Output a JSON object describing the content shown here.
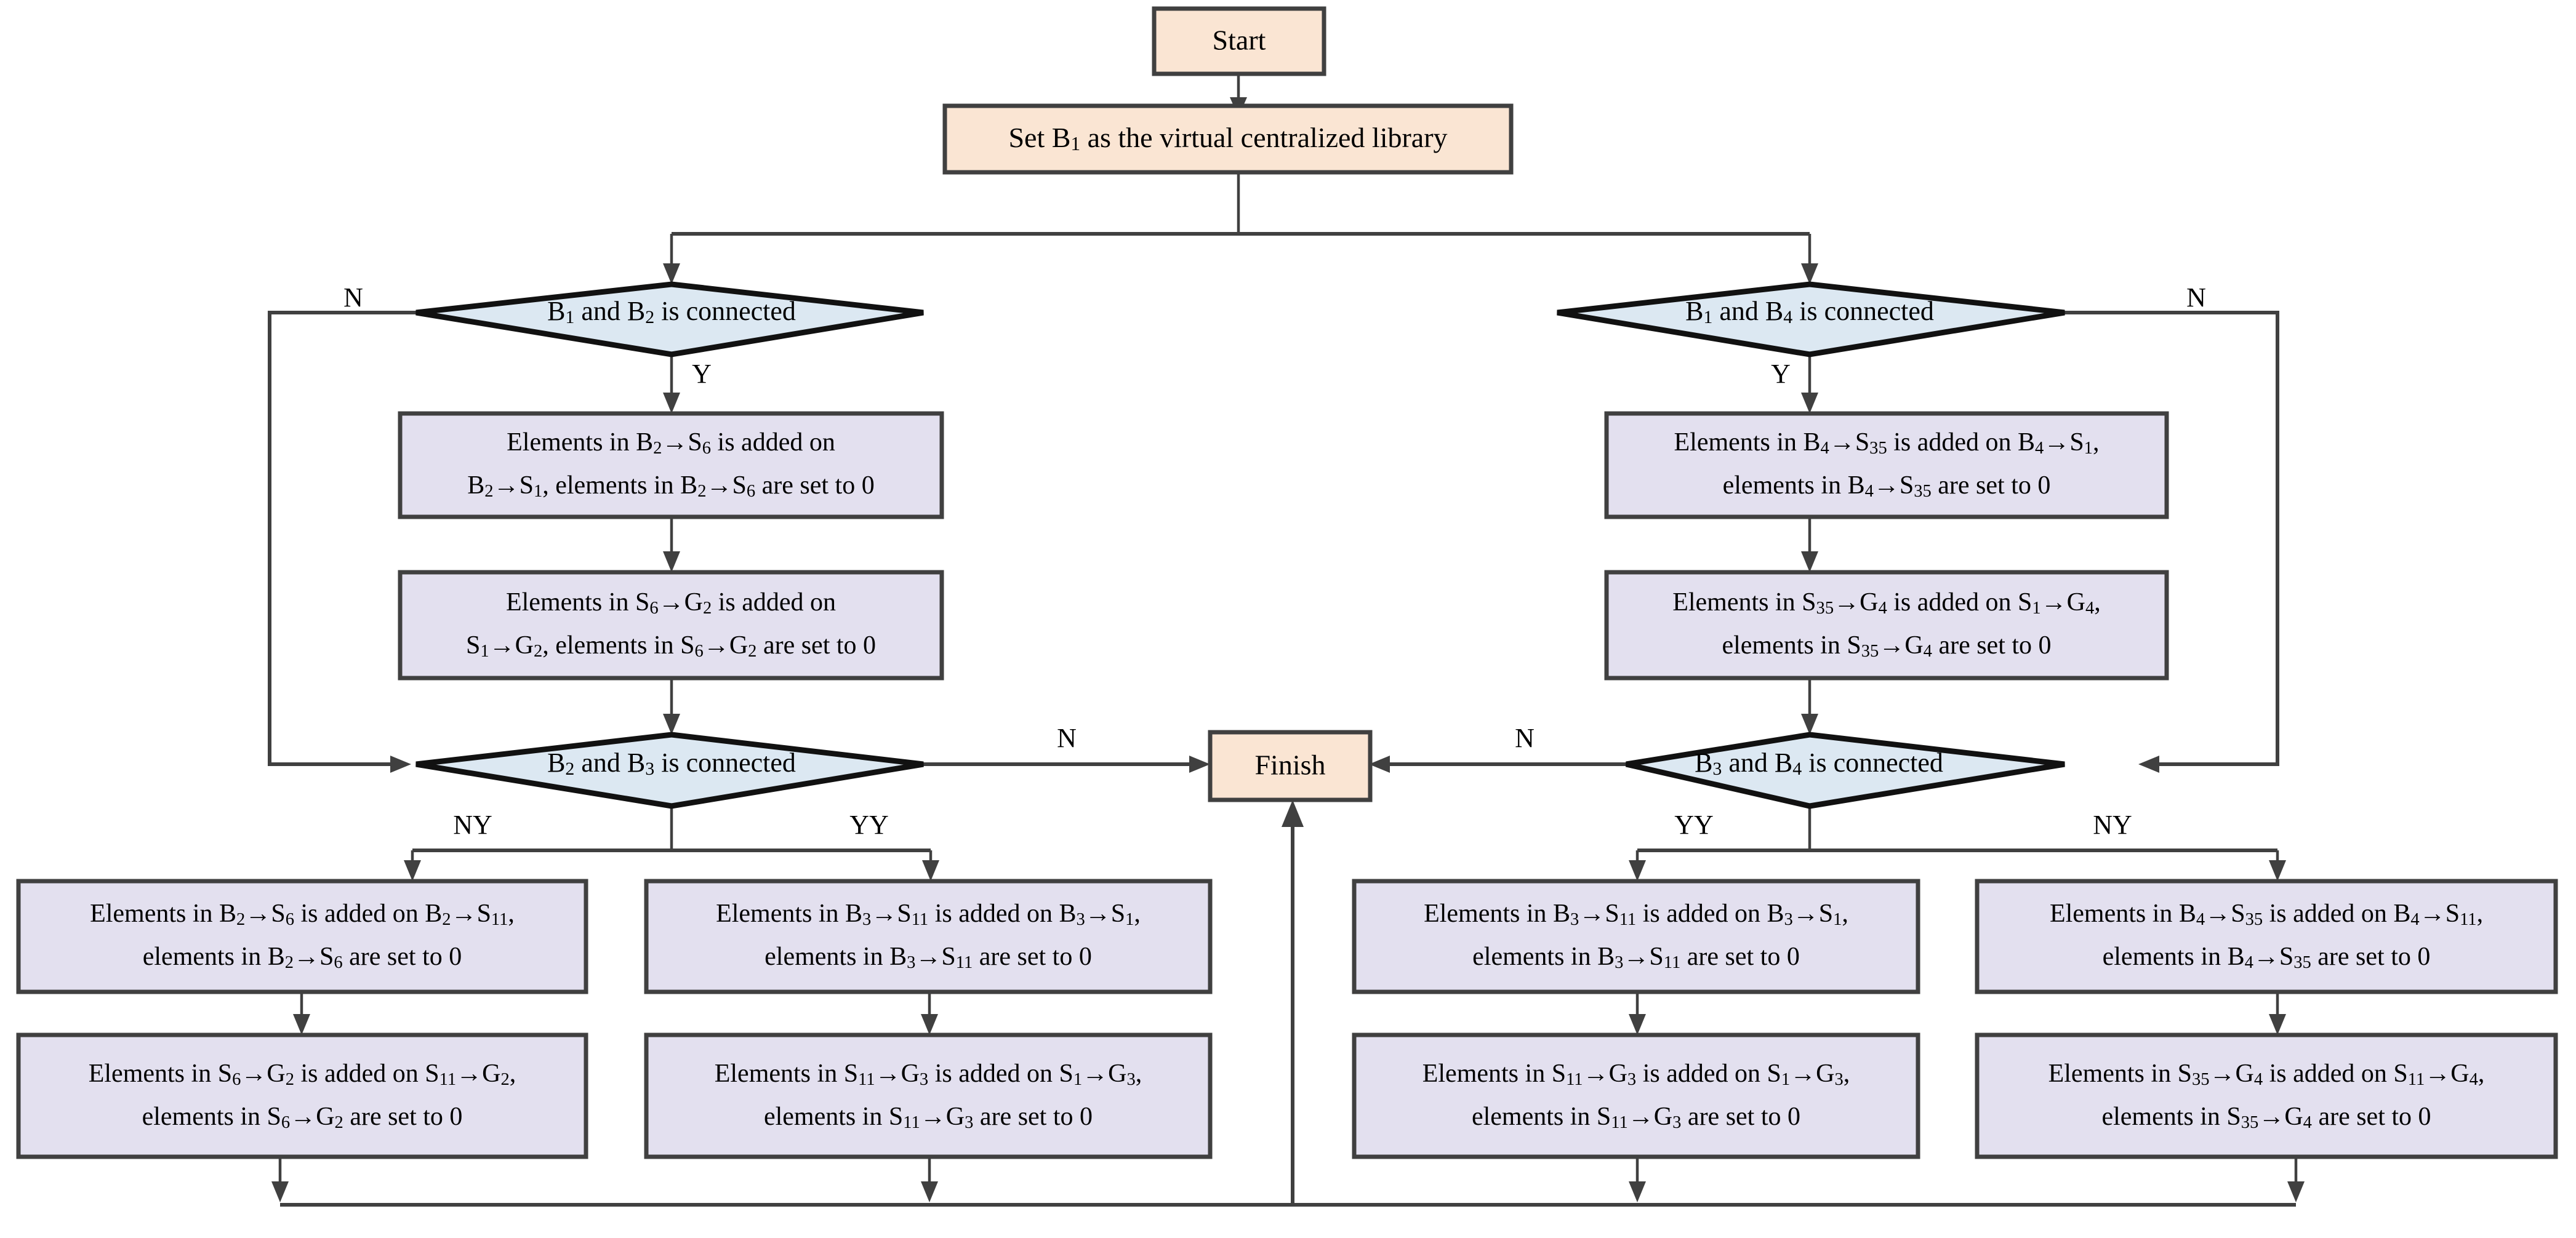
{
  "diagram": {
    "title": "Virtual centralized library connection flowchart",
    "colors": {
      "terminator_fill": "#fae5d3",
      "process_fill": "#e3e0ef",
      "decision_fill": "#dce8f2",
      "stroke": "#404040",
      "decision_stroke": "#111111",
      "text": "#000000",
      "background": "#ffffff"
    }
  },
  "nodes": {
    "start": {
      "type": "terminator",
      "label": "Start"
    },
    "init": {
      "type": "process",
      "label_parts": [
        "Set B",
        "1",
        " as the virtual centralized library"
      ]
    },
    "dec_b1b2": {
      "type": "decision",
      "label_parts": [
        "B",
        "1",
        " and B",
        "2",
        " is connected"
      ]
    },
    "dec_b1b4": {
      "type": "decision",
      "label_parts": [
        "B",
        "1",
        " and B",
        "4",
        " is connected"
      ]
    },
    "dec_b2b3": {
      "type": "decision",
      "label_parts": [
        "B",
        "2",
        " and B",
        "3",
        " is connected"
      ]
    },
    "dec_b3b4": {
      "type": "decision",
      "label_parts": [
        "B",
        "3",
        " and B",
        "4",
        " is connected"
      ]
    },
    "finish": {
      "type": "terminator",
      "label": "Finish"
    },
    "p_l1": {
      "type": "process",
      "line1": [
        "Elements in B",
        "2",
        "→S",
        "6",
        " is added on"
      ],
      "line2": [
        "B",
        "2",
        "→S",
        "1",
        ", elements in B",
        "2",
        "→S",
        "6",
        " are set to 0"
      ]
    },
    "p_l2": {
      "type": "process",
      "line1": [
        "Elements in S",
        "6",
        "→G",
        "2",
        " is added on"
      ],
      "line2": [
        "S",
        "1",
        "→G",
        "2",
        ", elements in S",
        "6",
        "→G",
        "2",
        " are set to 0"
      ]
    },
    "p_r1": {
      "type": "process",
      "line1": [
        "Elements in B",
        "4",
        "→S",
        "35",
        " is added on B",
        "4",
        "→S",
        "1",
        ","
      ],
      "line2": [
        "elements in B",
        "4",
        "→S",
        "35",
        " are set to 0"
      ]
    },
    "p_r2": {
      "type": "process",
      "line1": [
        "Elements in S",
        "35",
        "→G",
        "4",
        " is added on S",
        "1",
        "→G",
        "4",
        ","
      ],
      "line2": [
        "elements in S",
        "35",
        "→G",
        "4",
        " are set to 0"
      ]
    },
    "b_c1_top": {
      "type": "process",
      "line1": [
        "Elements in B",
        "2",
        "→S",
        "6",
        " is added on B",
        "2",
        "→S",
        "11",
        ","
      ],
      "line2": [
        "elements in B",
        "2",
        "→S",
        "6",
        " are set to 0"
      ]
    },
    "b_c1_bot": {
      "type": "process",
      "line1": [
        "Elements in S",
        "6",
        "→G",
        "2",
        " is added on S",
        "11",
        "→G",
        "2",
        ","
      ],
      "line2": [
        "elements in S",
        "6",
        "→G",
        "2",
        " are set to 0"
      ]
    },
    "b_c2_top": {
      "type": "process",
      "line1": [
        "Elements in B",
        "3",
        "→S",
        "11",
        " is added on B",
        "3",
        "→S",
        "1",
        ","
      ],
      "line2": [
        "elements in B",
        "3",
        "→S",
        "11",
        " are set to 0"
      ]
    },
    "b_c2_bot": {
      "type": "process",
      "line1": [
        "Elements in S",
        "11",
        "→G",
        "3",
        " is added on S",
        "1",
        "→G",
        "3",
        ","
      ],
      "line2": [
        "elements in S",
        "11",
        "→G",
        "3",
        " are set to 0"
      ]
    },
    "b_c3_top": {
      "type": "process",
      "line1": [
        "Elements in B",
        "3",
        "→S",
        "11",
        " is added on B",
        "3",
        "→S",
        "1",
        ","
      ],
      "line2": [
        "elements in B",
        "3",
        "→S",
        "11",
        " are set to 0"
      ]
    },
    "b_c3_bot": {
      "type": "process",
      "line1": [
        "Elements in S",
        "11",
        "→G",
        "3",
        " is added on S",
        "1",
        "→G",
        "3",
        ","
      ],
      "line2": [
        "elements in S",
        "11",
        "→G",
        "3",
        " are set to 0"
      ]
    },
    "b_c4_top": {
      "type": "process",
      "line1": [
        "Elements in B",
        "4",
        "→S",
        "35",
        " is added on B",
        "4",
        "→S",
        "11",
        ","
      ],
      "line2": [
        "elements in B",
        "4",
        "→S",
        "35",
        " are set to 0"
      ]
    },
    "b_c4_bot": {
      "type": "process",
      "line1": [
        "Elements in S",
        "35",
        "→G",
        "4",
        " is added on S",
        "11",
        "→G",
        "4",
        ","
      ],
      "line2": [
        "elements in S",
        "35",
        "→G",
        "4",
        " are set to 0"
      ]
    }
  },
  "edge_labels": {
    "n_left_top": "N",
    "y_left_top": "Y",
    "n_right_top": "N",
    "y_right_top": "Y",
    "n_left_mid": "N",
    "n_right_mid": "N",
    "ny_left": "NY",
    "yy_left": "YY",
    "yy_right": "YY",
    "ny_right": "NY"
  }
}
